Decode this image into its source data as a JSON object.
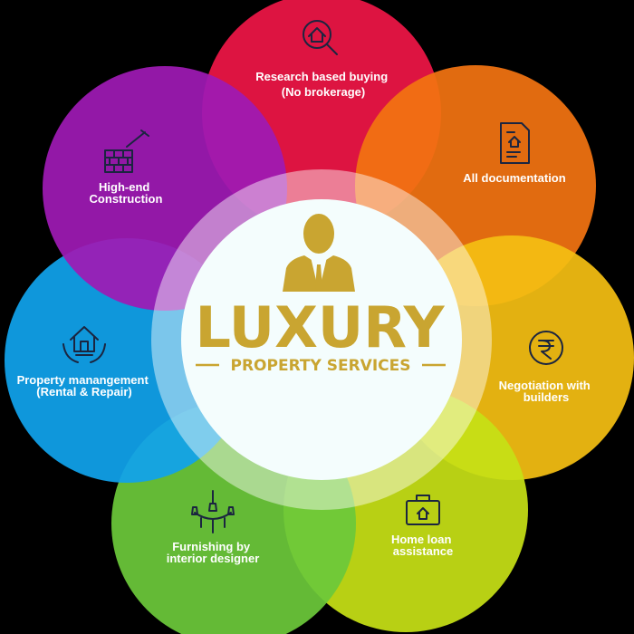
{
  "center": {
    "title": "LUXURY",
    "subtitle": "PROPERTY SERVICES",
    "gold": "#c9a531",
    "icon": "businessman-icon"
  },
  "services": [
    {
      "line1": "Research based buying",
      "line2": "(No brokerage)",
      "color": "#ee1546",
      "icon": "house-search-icon"
    },
    {
      "line1": "All documentation",
      "line2": "",
      "color": "#f27311",
      "icon": "document-icon"
    },
    {
      "line1": "Negotiation with",
      "line2": "builders",
      "color": "#f4be12",
      "icon": "rupee-icon"
    },
    {
      "line1": "Home loan",
      "line2": "assistance",
      "color": "#c6e016",
      "icon": "briefcase-home-icon"
    },
    {
      "line1": "Furnishing by",
      "line2": "interior designer",
      "color": "#6cc83a",
      "icon": "chandelier-icon"
    },
    {
      "line1": "Property manangement",
      "line2": "(Rental & Repair)",
      "color": "#10a3ec",
      "icon": "house-hands-icon"
    },
    {
      "line1": "High-end",
      "line2": "Construction",
      "color": "#9e1ab4",
      "icon": "brick-wall-icon"
    }
  ]
}
